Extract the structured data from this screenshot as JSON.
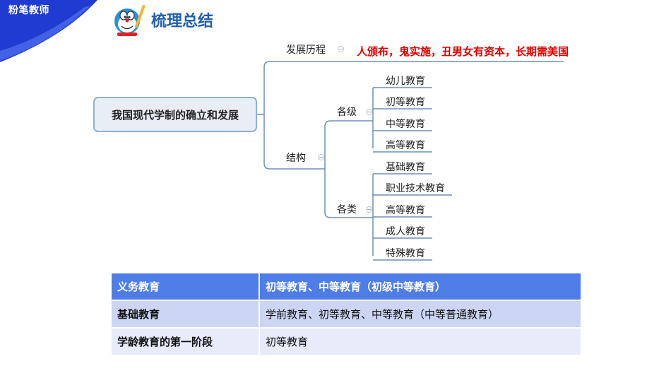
{
  "brand": {
    "logo_text": "粉笔教师"
  },
  "header": {
    "title": "梳理总结"
  },
  "mindmap": {
    "root": "我国现代学制的确立和发展",
    "history": {
      "label": "发展历程",
      "note": "人颁布，鬼实施，丑男女有资本，长期需美国"
    },
    "structure": {
      "label": "结构",
      "levels": {
        "label": "各级",
        "items": [
          "幼儿教育",
          "初等教育",
          "中等教育",
          "高等教育"
        ]
      },
      "types": {
        "label": "各类",
        "items": [
          "基础教育",
          "职业技术教育",
          "高等教育",
          "成人教育",
          "特殊教育"
        ]
      }
    }
  },
  "table": {
    "rows": [
      [
        "义务教育",
        "初等教育、中等教育（初级中等教育）"
      ],
      [
        "基础教育",
        "学前教育、初等教育、中等教育（中等普通教育）"
      ],
      [
        "学龄教育的第一阶段",
        "初等教育"
      ]
    ]
  },
  "colors": {
    "brand_blue": "#1f3bd1",
    "title_blue": "#1f5fae",
    "note_red": "#e00000",
    "table_head": "#4e7de8"
  }
}
